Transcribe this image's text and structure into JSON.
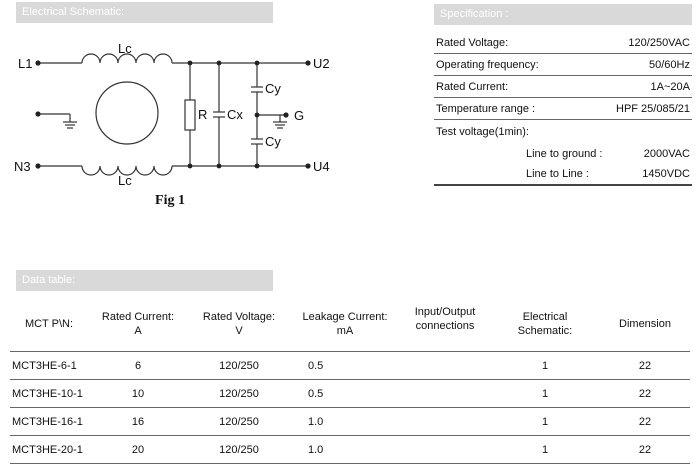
{
  "schematic": {
    "header": "Electrical Schematic:",
    "figure_label": "Fig 1",
    "labels": {
      "l1": "L1",
      "n3": "N3",
      "u2": "U2",
      "u4": "U4",
      "g": "G",
      "lc_top": "Lc",
      "lc_bottom": "Lc",
      "r": "R",
      "cx": "Cx",
      "cy_top": "Cy",
      "cy_bottom": "Cy"
    }
  },
  "specification": {
    "header": "Specification :",
    "rows": [
      {
        "label": "Rated Voltage:",
        "value": "120/250VAC"
      },
      {
        "label": "Operating frequency:",
        "value": "50/60Hz"
      },
      {
        "label": "Rated Current:",
        "value": "1A~20A"
      },
      {
        "label": "Temperature range :",
        "value": "HPF 25/085/21"
      }
    ],
    "test_voltage_label": "Test voltage(1min):",
    "test_rows": [
      {
        "label": "Line to ground :",
        "value": "2000VAC"
      },
      {
        "label": "Line to Line :",
        "value": "1450VDC"
      }
    ]
  },
  "data_table": {
    "header": "Data table:",
    "columns": {
      "pn": "MCT P\\N:",
      "current": "Rated Current:",
      "current_unit": "A",
      "voltage": "Rated Voltage:",
      "voltage_unit": "V",
      "leakage": "Leakage  Current:",
      "leakage_unit": "mA",
      "io_1": "Input/Output",
      "io_2": "connections",
      "schem_1": "Electrical",
      "schem_2": "Schematic:",
      "dimension": "Dimension"
    },
    "rows": [
      {
        "pn": "MCT3HE-6-1",
        "current": "6",
        "voltage": "120/250",
        "leakage": "0.5",
        "io": "",
        "schematic": "1",
        "dimension": "22"
      },
      {
        "pn": "MCT3HE-10-1",
        "current": "10",
        "voltage": "120/250",
        "leakage": "0.5",
        "io": "",
        "schematic": "1",
        "dimension": "22"
      },
      {
        "pn": "MCT3HE-16-1",
        "current": "16",
        "voltage": "120/250",
        "leakage": "1.0",
        "io": "",
        "schematic": "1",
        "dimension": "22"
      },
      {
        "pn": "MCT3HE-20-1",
        "current": "20",
        "voltage": "120/250",
        "leakage": "1.0",
        "io": "",
        "schematic": "1",
        "dimension": "22"
      }
    ]
  }
}
